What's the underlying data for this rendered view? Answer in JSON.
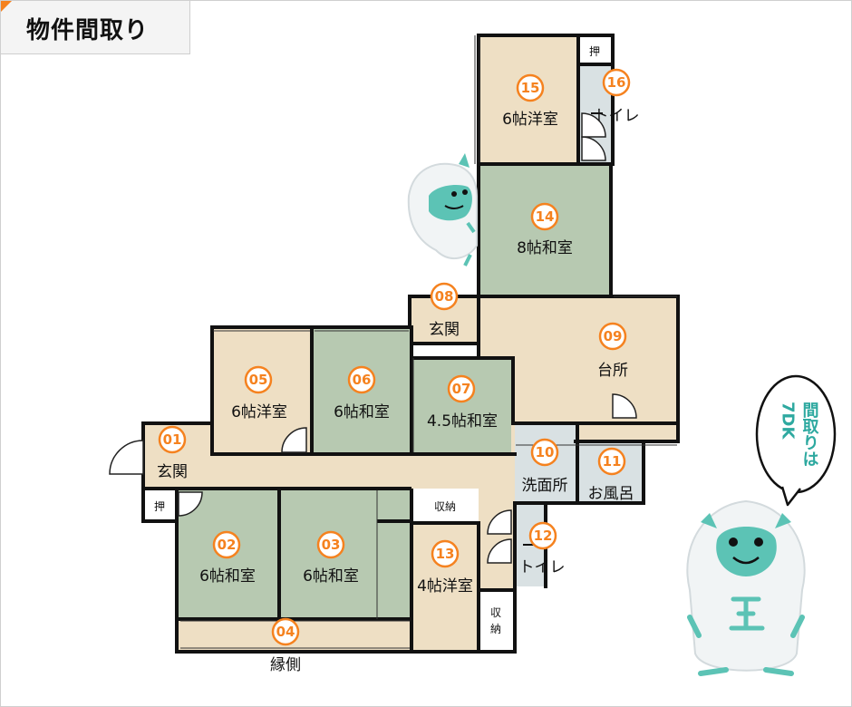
{
  "title": "物件間取り",
  "rooms": {
    "r01": {
      "num": "01",
      "label": "玄関"
    },
    "r02": {
      "num": "02",
      "label": "6帖和室"
    },
    "r03": {
      "num": "03",
      "label": "6帖和室"
    },
    "r04": {
      "num": "04",
      "label": "縁側"
    },
    "r05": {
      "num": "05",
      "label": "6帖洋室"
    },
    "r06": {
      "num": "06",
      "label": "6帖和室"
    },
    "r07": {
      "num": "07",
      "label": "4.5帖和室"
    },
    "r08": {
      "num": "08",
      "label": "玄関"
    },
    "r09": {
      "num": "09",
      "label": "台所"
    },
    "r10": {
      "num": "10",
      "label": "洗面所"
    },
    "r11": {
      "num": "11",
      "label": "お風呂"
    },
    "r12": {
      "num": "12",
      "label": "トイレ"
    },
    "r13": {
      "num": "13",
      "label": "4帖洋室"
    },
    "r14": {
      "num": "14",
      "label": "8帖和室"
    },
    "r15": {
      "num": "15",
      "label": "6帖洋室"
    },
    "r16": {
      "num": "16",
      "label": "トイレ"
    }
  },
  "storage": {
    "oshi_top": "押",
    "oshi_left": "押",
    "shuno_top": "収納",
    "shuno_side_1": "収",
    "shuno_side_2": "納"
  },
  "bubble": {
    "line1": "間取りは",
    "line2": "7DK"
  },
  "colors": {
    "washitsu": "#b7c9b1",
    "yoshitsu": "#eedfc4",
    "wet": "#d9e1e3",
    "accent": "#f5821f",
    "mascot": "#5cc3b5"
  }
}
